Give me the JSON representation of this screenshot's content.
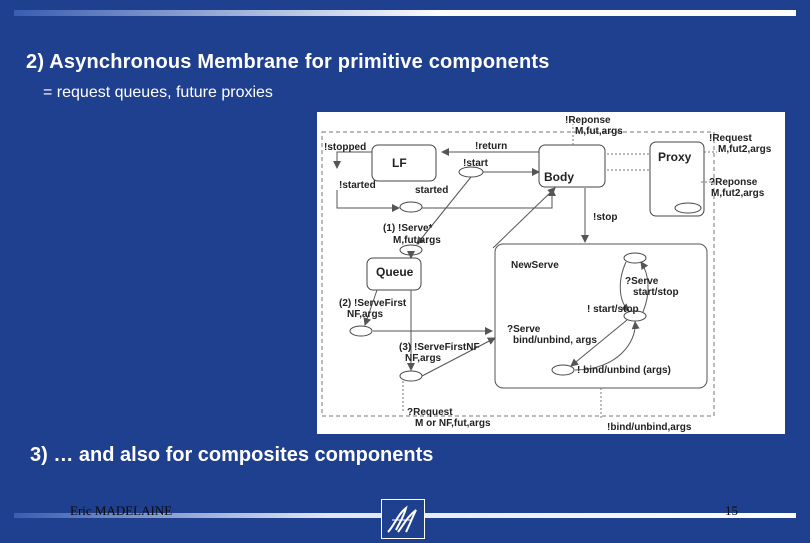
{
  "slide": {
    "title": "2) Asynchronous Membrane for primitive components",
    "subtitle": "= request queues, future proxies",
    "section3": "3) … and also for composites components",
    "author": "Eric MADELAINE",
    "page_number": "15"
  },
  "diagram": {
    "boxes": {
      "lf": "LF",
      "body": "Body",
      "proxy": "Proxy",
      "queue": "Queue",
      "newserve": "NewServe"
    },
    "labels": {
      "reponse_top_1": "!Reponse",
      "reponse_top_2": "M,fut,args",
      "request_right_1": "!Request",
      "request_right_2": "M,fut2,args",
      "reponse_right_1": "?Reponse",
      "reponse_right_2": "M,fut2,args",
      "stopped": "!stopped",
      "return": "!return",
      "start": "!start",
      "started_excl": "!started",
      "started": "started",
      "stop": "!stop",
      "serve1_1": "(1) !Serve*",
      "serve1_2": "M,fut,args",
      "serve2_1": "(2) !ServeFirst",
      "serve2_2": "NF,args",
      "serve3_1": "(3) !ServeFirstNF",
      "serve3_2": "NF,args",
      "serve_startstop_1": "?Serve",
      "serve_startstop_2": "start/stop",
      "startstop": "! start/stop",
      "serve_bind_1": "?Serve",
      "serve_bind_2": "bind/unbind, args",
      "bind_args": "! bind/unbind (args)",
      "request_bottom_1": "?Request",
      "request_bottom_2": "M or NF,fut,args",
      "bind_bottom": "!bind/unbind,args"
    }
  }
}
